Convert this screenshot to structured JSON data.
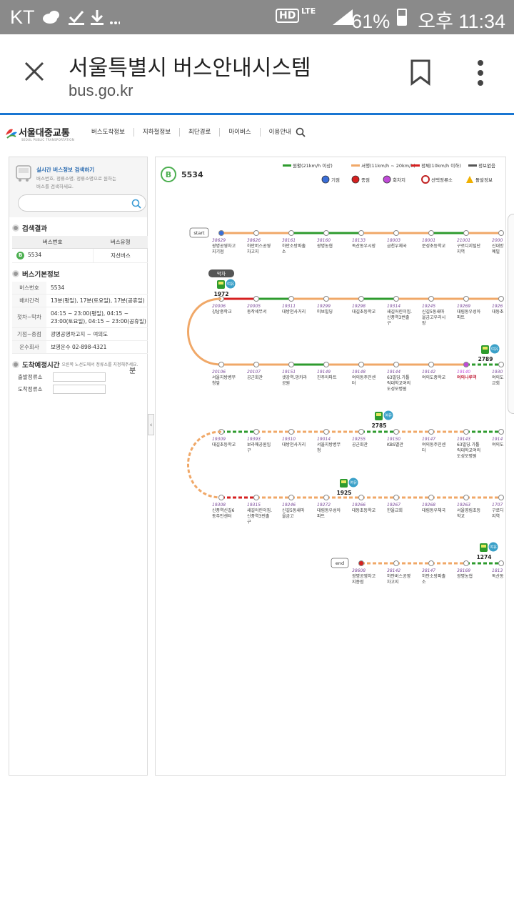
{
  "status_bar": {
    "carrier": "KT",
    "hd": "HD",
    "lte": "LTE",
    "battery": "61%",
    "time": "오후 11:34"
  },
  "browser": {
    "title": "서울특별시 버스안내시스템",
    "url": "bus.go.kr"
  },
  "site": {
    "logo_name": "서울대중교통",
    "logo_sub": "SEOUL PUBLIC TRANSPORTATION",
    "nav": [
      "버스도착정보",
      "지하철정보",
      "최단경로",
      "마이버스",
      "이용안내"
    ]
  },
  "left": {
    "search_title": "실시간 버스정보 검색하기",
    "search_desc": "버스번호, 정류소명, 정류소명으로 원하는 버스를 검색하세요.",
    "results_title": "검색결과",
    "col_number": "버스번호",
    "col_type": "버스유형",
    "result_badge": "B",
    "result_number": "5534",
    "result_type": "지선버스",
    "info_title": "버스기본정보",
    "info": [
      {
        "k": "버스번호",
        "v": "5534"
      },
      {
        "k": "배차간격",
        "v": "13분(평일), 17분(토요일), 17분(공휴일)"
      },
      {
        "k": "첫차~막차",
        "v": "04:15 ~ 23:00(평일), 04:15 ~ 23:00(토요일), 04:15 ~ 23:00(공휴일)"
      },
      {
        "k": "기점~종점",
        "v": "광명공영차고지 ~ 여의도"
      },
      {
        "k": "운수회사",
        "v": "보영운수 02-898-4321"
      }
    ],
    "arrival_title": "도착예정시간",
    "arrival_note": "오른쪽 노선도에서 정류소를 지정해주세요.",
    "depart_label": "출발정류소",
    "arrive_label": "도착정류소",
    "minute": "분"
  },
  "route": {
    "badge": "B",
    "number": "5534",
    "legend_speed": [
      {
        "label": "원활(21km/h 이상)",
        "color": "#2e9b2e"
      },
      {
        "label": "서행(11km/h ~ 20km/h)",
        "color": "#f0a868"
      },
      {
        "label": "정체(10km/h 이하)",
        "color": "#d62020"
      },
      {
        "label": "정보없음",
        "color": "#555555"
      }
    ],
    "legend_markers": [
      "기점",
      "종점",
      "회차지",
      "선택정류소",
      "돌발정보"
    ],
    "start_label": "start",
    "end_label": "end",
    "last_bus": "막차",
    "seat": "여유",
    "row1": [
      {
        "id": "38629",
        "name": "광명공영차고\n지기점"
      },
      {
        "id": "38626",
        "name": "하안버스공영\n차고지"
      },
      {
        "id": "38161",
        "name": "하안소방파출\n소"
      },
      {
        "id": "38160",
        "name": "광명농협"
      },
      {
        "id": "18133",
        "name": "독산동우시장"
      },
      {
        "id": "18003",
        "name": "금천우체국"
      },
      {
        "id": "18001",
        "name": "문성초등학교"
      },
      {
        "id": "21001",
        "name": "구로디지털단\n지역"
      },
      {
        "id": "2000",
        "name": "신대방\n예빌"
      }
    ],
    "row2": [
      {
        "id": "20006",
        "name": "강남중학교"
      },
      {
        "id": "20005",
        "name": "동작세무서"
      },
      {
        "id": "19311",
        "name": "대방천사거리"
      },
      {
        "id": "19299",
        "name": "미보빌딩"
      },
      {
        "id": "19298",
        "name": "대길초등학교"
      },
      {
        "id": "19314",
        "name": "새길어린이집.\n신풍역3번출\n구"
      },
      {
        "id": "19245",
        "name": "신길5동새마\n을금고우리시\n장"
      },
      {
        "id": "19269",
        "name": "대림동우성아\n파트"
      },
      {
        "id": "1926",
        "name": "대동초"
      }
    ],
    "row3": [
      {
        "id": "20106",
        "name": "서울지방병무\n청앞"
      },
      {
        "id": "20107",
        "name": "공군회관"
      },
      {
        "id": "19151",
        "name": "샛강역.망카라\n공원"
      },
      {
        "id": "19149",
        "name": "진주아파트"
      },
      {
        "id": "19148",
        "name": "여의동주민센\n터"
      },
      {
        "id": "19144",
        "name": "63빌딩.가톨\n릭대학교여의\n도성모병원"
      },
      {
        "id": "19142",
        "name": "여의도중학교"
      },
      {
        "id": "19140",
        "name": "여의나루역"
      },
      {
        "id": "1930",
        "name": "여의도\n교회"
      }
    ],
    "row4": [
      {
        "id": "19309",
        "name": "대길초등학교"
      },
      {
        "id": "19393",
        "name": "보라매공원입\n구"
      },
      {
        "id": "19310",
        "name": "대방천사거리"
      },
      {
        "id": "19014",
        "name": "서울지방병무\n청"
      },
      {
        "id": "19255",
        "name": "공군회관"
      },
      {
        "id": "19150",
        "name": "KBS별관"
      },
      {
        "id": "19147",
        "name": "여의동주민센\n터"
      },
      {
        "id": "19143",
        "name": "63빌딩.가톨\n릭대학교여의\n도성모병원"
      },
      {
        "id": "1914",
        "name": "여의도"
      }
    ],
    "row5": [
      {
        "id": "19308",
        "name": "신풍역신길6\n동주민센터"
      },
      {
        "id": "19315",
        "name": "새길어린이집.\n신풍역3번출\n구"
      },
      {
        "id": "19246",
        "name": "신길5동새마\n을금고"
      },
      {
        "id": "19272",
        "name": "대림동우성아\n파트"
      },
      {
        "id": "19266",
        "name": "대동초등학교"
      },
      {
        "id": "19267",
        "name": "한울교회"
      },
      {
        "id": "19268",
        "name": "대림동우체국"
      },
      {
        "id": "19263",
        "name": "서울영림초등\n학교"
      },
      {
        "id": "1707",
        "name": "구로디\n지역"
      }
    ],
    "row6": [
      {
        "id": "38608",
        "name": "광명공영차고\n지종점"
      },
      {
        "id": "38142",
        "name": "하안버스공영\n차고지"
      },
      {
        "id": "38147",
        "name": "하안소방파출\n소"
      },
      {
        "id": "38169",
        "name": "광명농협"
      },
      {
        "id": "1813",
        "name": "독산동"
      }
    ],
    "buses": [
      {
        "plate": "1972",
        "seat": "여유"
      },
      {
        "plate": "2789",
        "seat": "여유"
      },
      {
        "plate": "2785",
        "seat": "여유"
      },
      {
        "plate": "1925",
        "seat": "여유"
      },
      {
        "plate": "1274",
        "seat": "여유"
      }
    ]
  }
}
